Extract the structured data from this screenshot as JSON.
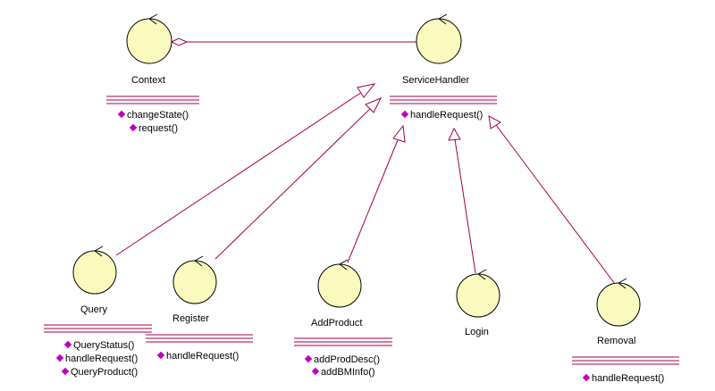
{
  "colors": {
    "line": "#a0004b",
    "node_fill": "#fafabe",
    "node_stroke": "#000000",
    "bullet": "#c000c0"
  },
  "classes": {
    "context": {
      "name": "Context",
      "ops": [
        "changeState()",
        "request()"
      ]
    },
    "service_handler": {
      "name": "ServiceHandler",
      "ops": [
        "handleRequest()"
      ]
    },
    "query": {
      "name": "Query",
      "ops": [
        "QueryStatus()",
        "handleRequest()",
        "QueryProduct()"
      ]
    },
    "register": {
      "name": "Register",
      "ops": [
        "handleRequest()"
      ]
    },
    "add_product": {
      "name": "AddProduct",
      "ops": [
        "addProdDesc()",
        "addBMInfo()"
      ]
    },
    "login": {
      "name": "Login",
      "ops": []
    },
    "removal": {
      "name": "Removal",
      "ops": [
        "handleRequest()"
      ]
    }
  },
  "relations": [
    {
      "type": "aggregation",
      "from": "context",
      "to": "service_handler"
    },
    {
      "type": "generalization",
      "from": "query",
      "to": "service_handler"
    },
    {
      "type": "generalization",
      "from": "register",
      "to": "service_handler"
    },
    {
      "type": "generalization",
      "from": "add_product",
      "to": "service_handler"
    },
    {
      "type": "generalization",
      "from": "login",
      "to": "service_handler"
    },
    {
      "type": "generalization",
      "from": "removal",
      "to": "service_handler"
    }
  ]
}
